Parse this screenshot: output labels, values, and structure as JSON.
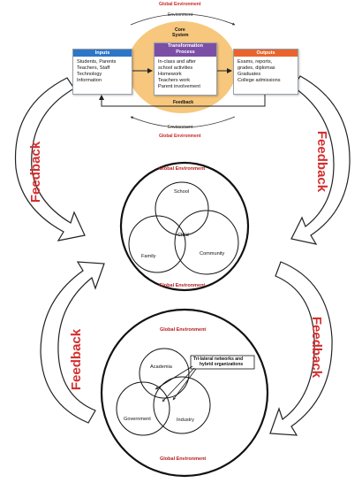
{
  "top_system": {
    "global_env_top": "Global Environment",
    "environment_top": "Environment",
    "core_line1": "Core",
    "core_line2": "System",
    "inputs": {
      "title": "Inputs",
      "items": [
        "Students, Parents",
        "Teachers, Staff",
        "Technology",
        "Information"
      ]
    },
    "process": {
      "title_line1": "Transformation",
      "title_line2": "Process",
      "items": [
        "In-class and after",
        "school activities",
        "Homework",
        "Teachers work",
        "Parent involvement"
      ]
    },
    "outputs": {
      "title": "Outputs",
      "items": [
        "Exams, reports,",
        "grades, diplomas",
        "Graduates",
        "College admissions"
      ]
    },
    "feedback_bar": "Feedback",
    "environment_bottom": "Environment",
    "global_env_bottom": "Global Environment",
    "colors": {
      "inputs": "#2d76c7",
      "process": "#7c4fa6",
      "outputs": "#e8642c",
      "core": "#f6c77d"
    }
  },
  "feedback_labels": [
    "Feedback",
    "Feedback",
    "Feedback",
    "Feedback"
  ],
  "middle_system": {
    "global_env_top": "Global Environment",
    "circles": [
      "School",
      "Family",
      "Community"
    ],
    "center": "Child",
    "global_env_bottom": "Global Environment"
  },
  "bottom_system": {
    "global_env_top": "Global Environment",
    "circles": [
      "Academia",
      "Government",
      "Industry"
    ],
    "callout": [
      "Tri-lateral networks and",
      "hybrid organizations"
    ],
    "global_env_bottom": "Global Environment"
  }
}
